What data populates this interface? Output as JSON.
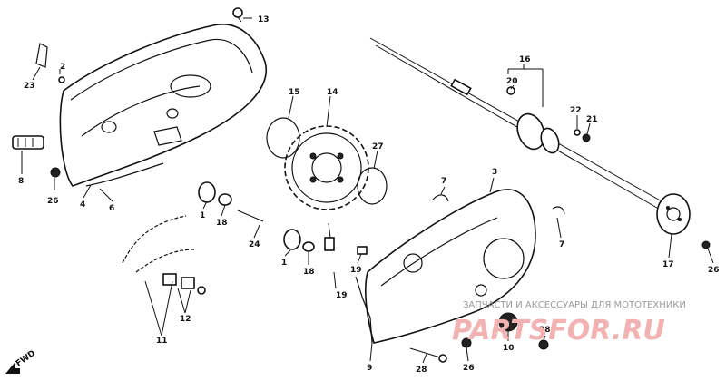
{
  "callouts": {
    "c2": "2",
    "c3": "3",
    "c4": "4",
    "c6": "6",
    "c7a": "7",
    "c7b": "7",
    "c8": "8",
    "c9": "9",
    "c10": "10",
    "c11": "11",
    "c12": "12",
    "c13": "13",
    "c14": "14",
    "c15": "15",
    "c16": "16",
    "c17": "17",
    "c18a": "18",
    "c18b": "18",
    "c19a": "19",
    "c19b": "19",
    "c20": "20",
    "c21": "21",
    "c22": "22",
    "c23": "23",
    "c24": "24",
    "c26a": "26",
    "c26b": "26",
    "c26c": "26",
    "c27": "27",
    "c28a": "28",
    "c28b": "28",
    "c1a": "1",
    "c1b": "1"
  },
  "orientation": {
    "label": "FWD"
  },
  "watermark": {
    "tagline": "ЗАПЧАСТИ И АКСЕССУАРЫ ДЛЯ МОТОТЕХНИКИ",
    "logo": "PARTSFOR.RU"
  }
}
